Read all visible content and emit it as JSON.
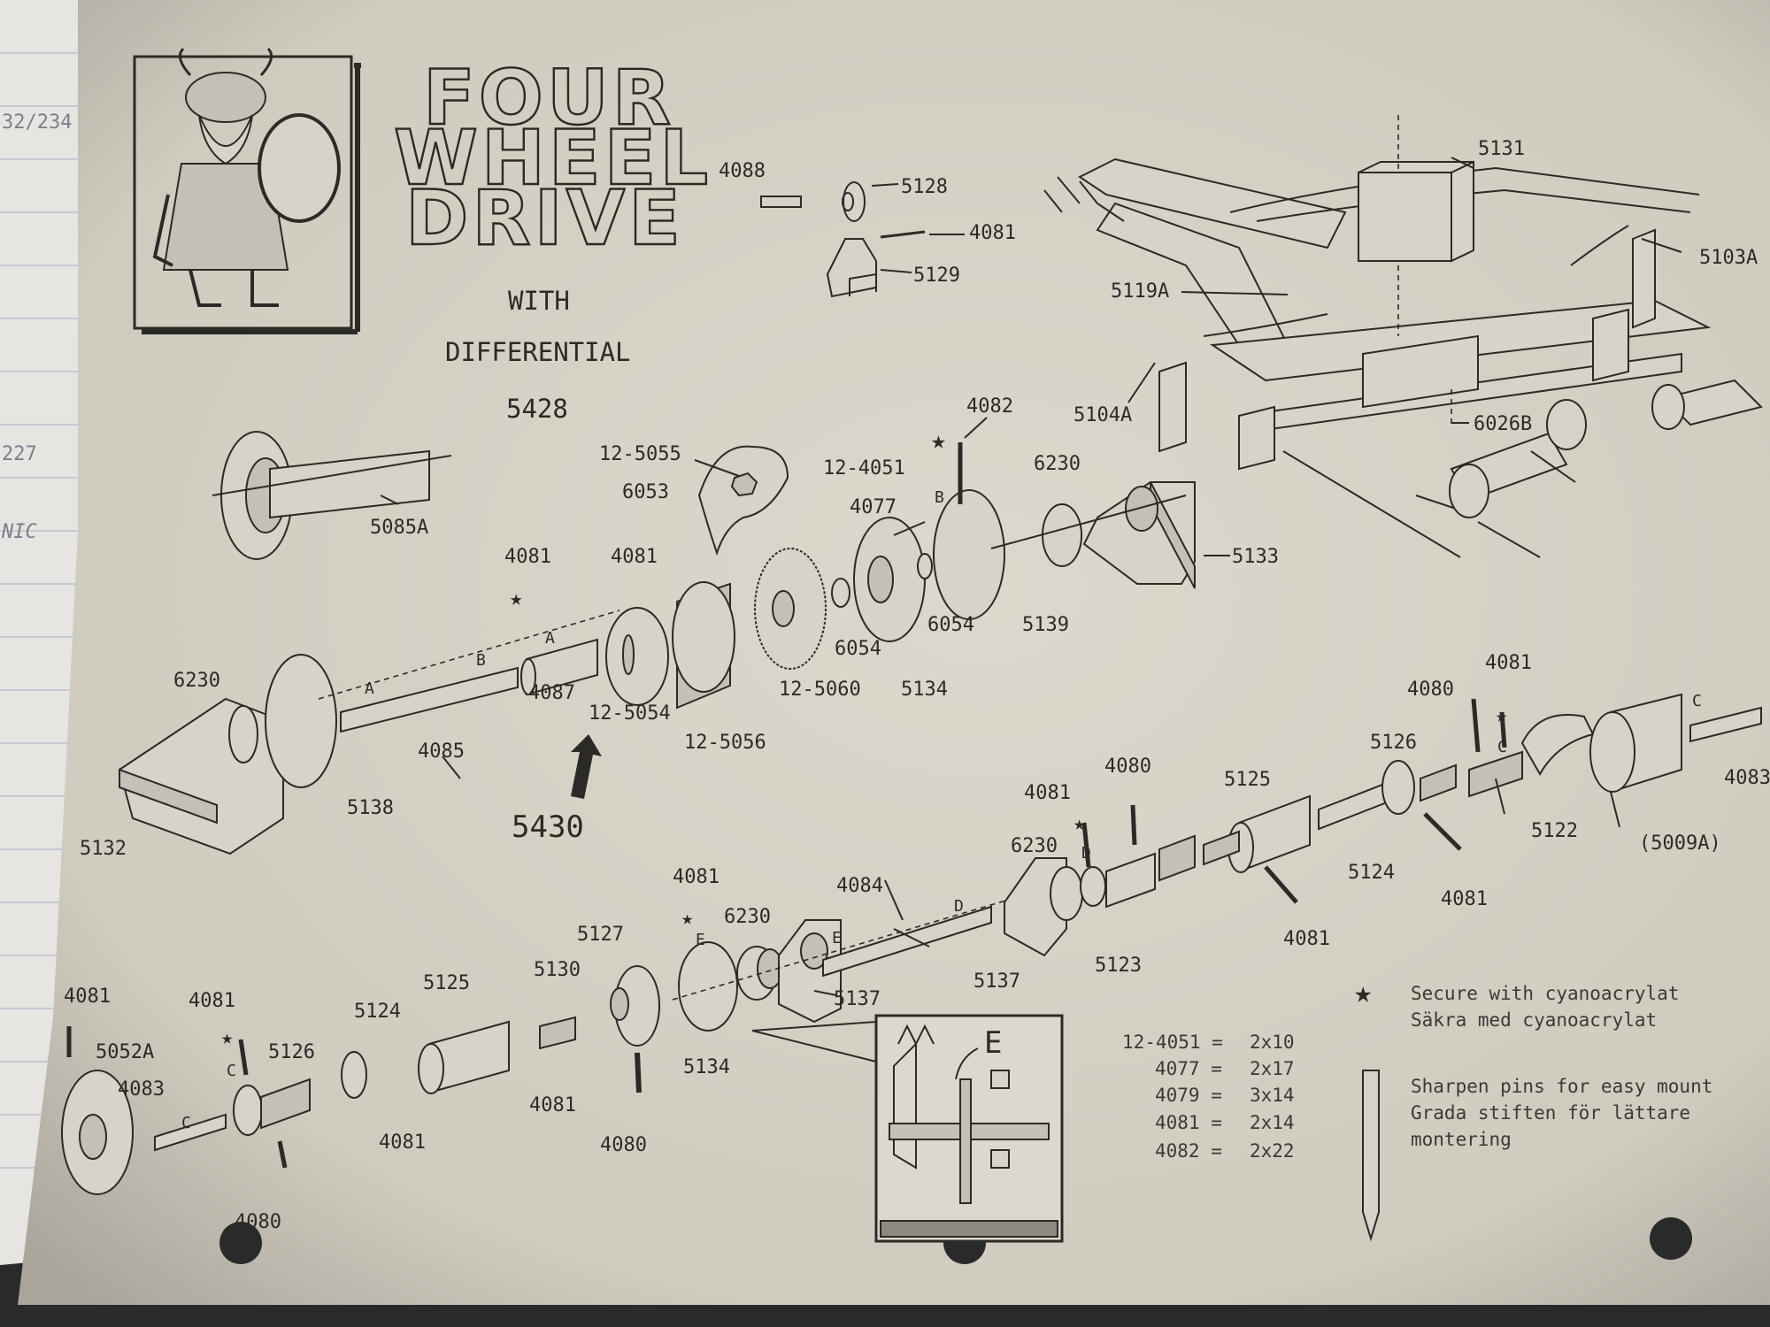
{
  "title": {
    "line1": "FOUR",
    "line2": "WHEEL",
    "line3": "DRIVE"
  },
  "subtitle": {
    "with": "WITH",
    "differential": "DIFFERENTIAL",
    "number": "5428"
  },
  "assembly_number": "5430",
  "margin_text": {
    "top": "32/234",
    "middle": "227",
    "lower": "NIC"
  },
  "part_labels": [
    "5131",
    "4088",
    "5128",
    "4081",
    "5129",
    "5103A",
    "5119A",
    "5104A",
    "6026B",
    "4082",
    "12-5055",
    "12-4051",
    "6053",
    "4077",
    "6230",
    "5085A",
    "5133",
    "4081",
    "4081",
    "6054",
    "5139",
    "6054",
    "5134",
    "12-5060",
    "12-5056",
    "12-5054",
    "4087",
    "4085",
    "6230",
    "5138",
    "5132",
    "4081",
    "4080",
    "5126",
    "5122",
    "(5009A)",
    "4083",
    "4081",
    "4080",
    "5125",
    "4081",
    "6230",
    "5124",
    "4081",
    "5123",
    "5137",
    "4084",
    "4081",
    "6230",
    "5127",
    "5130",
    "5125",
    "5137",
    "5134",
    "4081",
    "4081",
    "5124",
    "5052A",
    "4083",
    "5126",
    "4081",
    "4081",
    "4080",
    "4080"
  ],
  "letters": [
    "A",
    "B",
    "A",
    "B",
    "C",
    "C",
    "D",
    "D",
    "E",
    "E",
    "C",
    "C"
  ],
  "inset_letter": "E",
  "legend": {
    "star_line1": "Secure with cyanoacrylat",
    "star_line2": "Säkra med cyanoacrylat",
    "pin_line1": "Sharpen pins for easy mount",
    "pin_line2": "Grada stiften för lättare",
    "pin_line3": "montering"
  },
  "pin_sizes": [
    {
      "part": "12-4051 =",
      "size": "2x10"
    },
    {
      "part": "4077 =",
      "size": "2x17"
    },
    {
      "part": "4079 =",
      "size": "3x14"
    },
    {
      "part": "4081 =",
      "size": "2x14"
    },
    {
      "part": "4082 =",
      "size": "2x22"
    }
  ],
  "colors": {
    "paper": "#d9d5ca",
    "ink": "#2b2a26",
    "background": "#2a2a2a"
  }
}
